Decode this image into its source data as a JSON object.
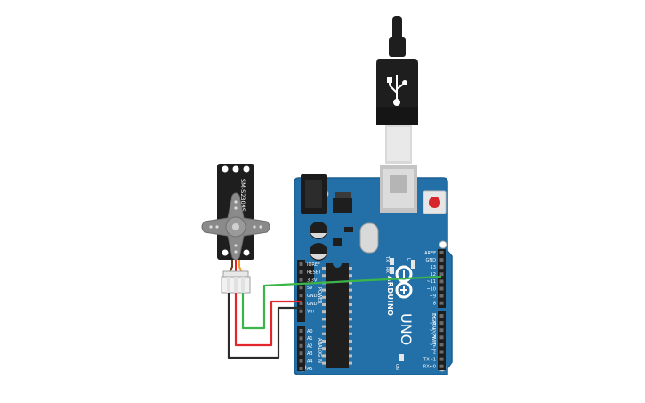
{
  "circuit": {
    "servo": {
      "model_label": "SM-S2309S"
    },
    "arduino": {
      "brand": "ARDUINO",
      "model": "UNO",
      "power_header": [
        "IOREF",
        "RESET",
        "3.3V",
        "5V",
        "GND",
        "GND",
        "Vin"
      ],
      "power_section_label": "POWER",
      "analog_header": [
        "A0",
        "A1",
        "A2",
        "A3",
        "A4",
        "A5"
      ],
      "analog_section_label": "ANALOG IN",
      "digital_top": [
        "AREF",
        "GND",
        "13",
        "12",
        "~11",
        "~10",
        "~9",
        "8"
      ],
      "digital_bottom": [
        "7",
        "~6",
        "~5",
        "4",
        "~3",
        "2",
        "TX→1",
        "RX←0"
      ],
      "digital_section_label": "DIGITAL (PWM~)",
      "tx_label": "TX",
      "rx_label": "RX",
      "l_label": "L",
      "on_label": "ON"
    },
    "colors": {
      "board": "#2270a7",
      "board_edge": "#1a5f92",
      "wire_red": "#e3262b",
      "wire_black": "#2b2b2b",
      "wire_green": "#3bb54a"
    }
  }
}
